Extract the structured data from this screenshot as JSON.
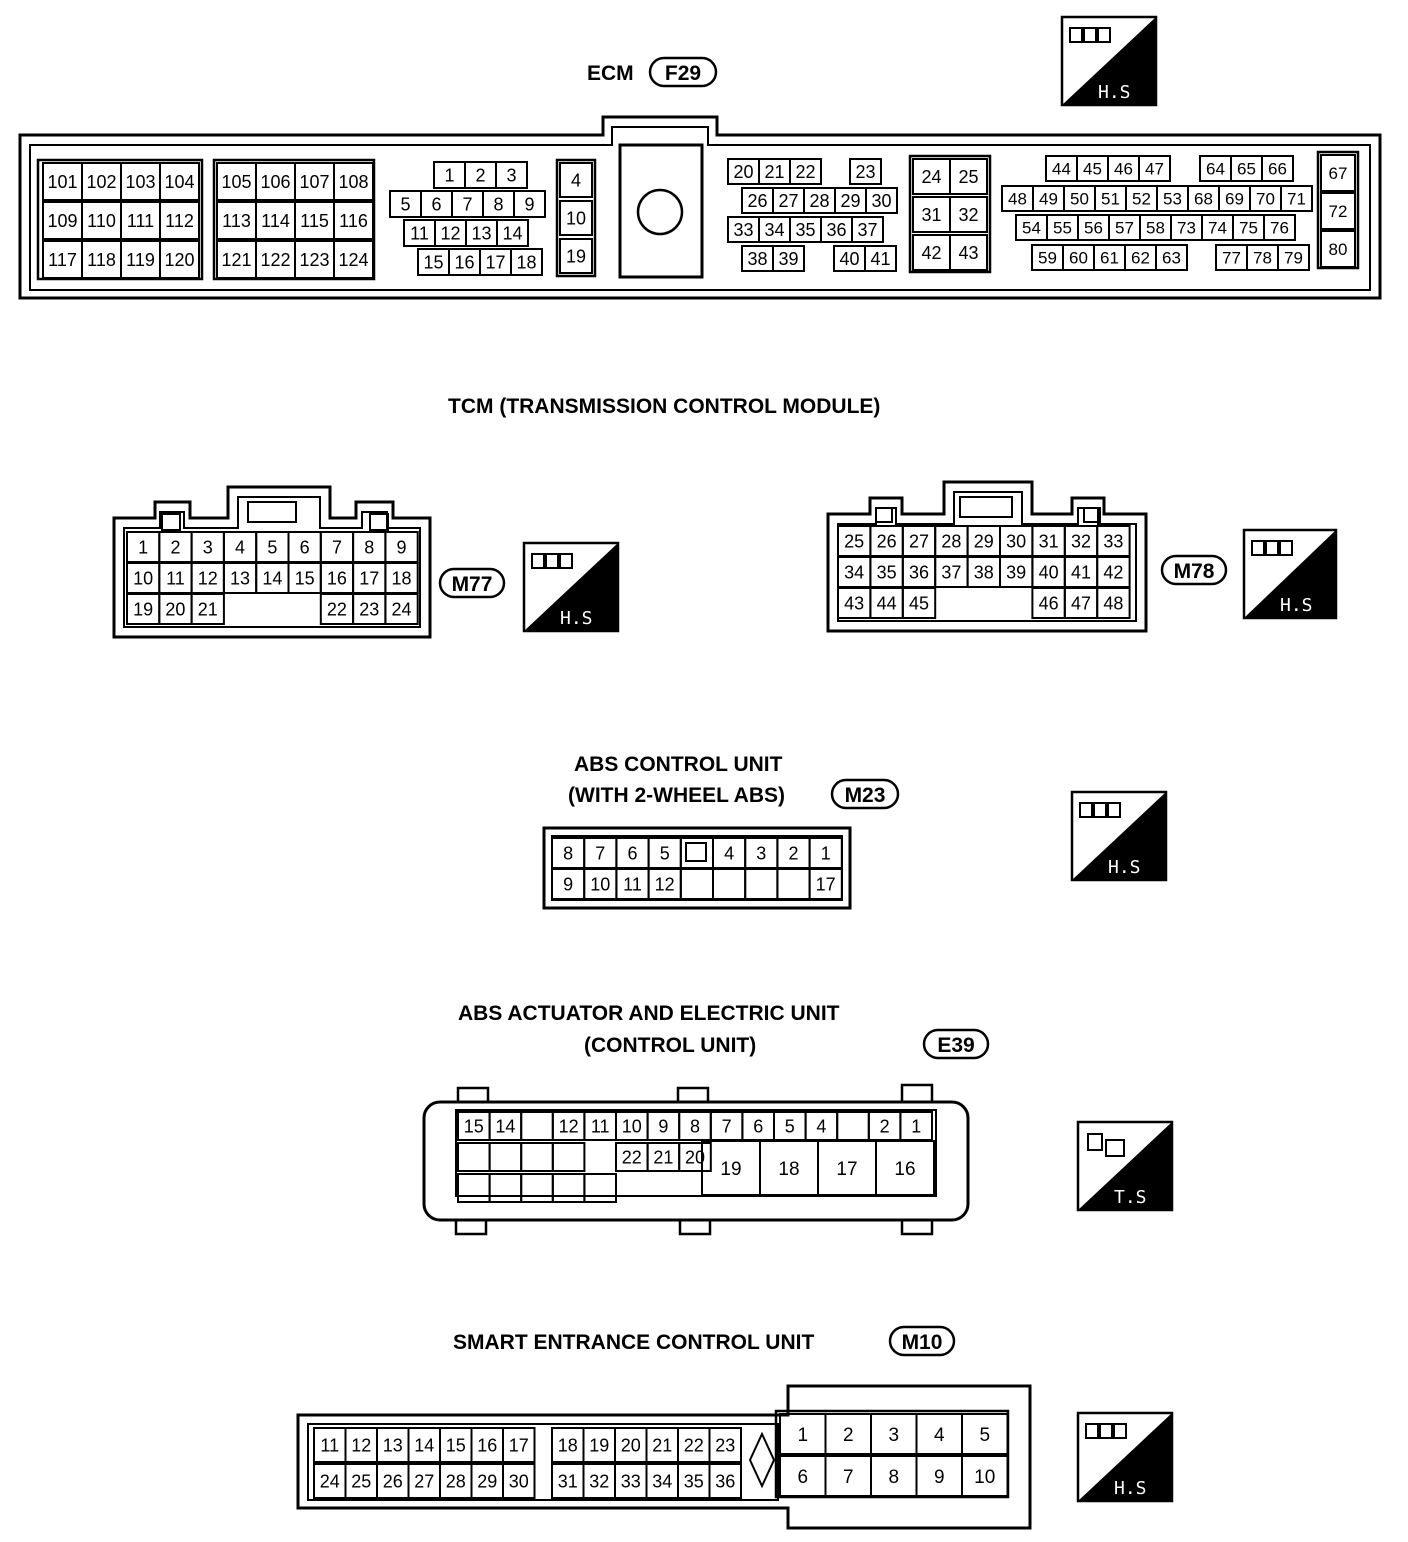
{
  "colors": {
    "ink": "#000000",
    "paper": "#ffffff"
  },
  "icons": {
    "harness_side": "connector-harness-side-icon",
    "terminal_side": "connector-terminal-side-icon"
  },
  "ecm": {
    "title": "ECM",
    "code": "F29",
    "view": "H.S"
  },
  "tcm": {
    "title": "TCM (TRANSMISSION CONTROL MODULE)",
    "left_code": "M77",
    "right_code": "M78",
    "view": "H.S"
  },
  "abs_unit": {
    "title_line1": "ABS CONTROL UNIT",
    "title_line2": "(WITH 2-WHEEL ABS)",
    "code": "M23",
    "view": "H.S"
  },
  "abs_actuator": {
    "title_line1": "ABS ACTUATOR AND ELECTRIC UNIT",
    "title_line2": "(CONTROL UNIT)",
    "code": "E39",
    "view": "T.S"
  },
  "smart": {
    "title": "SMART ENTRANCE CONTROL UNIT",
    "code": "M10",
    "view": "H.S"
  },
  "pins": {
    "ecm_g1": [
      [
        "101",
        "102",
        "103",
        "104"
      ],
      [
        "109",
        "110",
        "111",
        "112"
      ],
      [
        "117",
        "118",
        "119",
        "120"
      ]
    ],
    "ecm_g2": [
      [
        "105",
        "106",
        "107",
        "108"
      ],
      [
        "113",
        "114",
        "115",
        "116"
      ],
      [
        "121",
        "122",
        "123",
        "124"
      ]
    ],
    "ecm_g3": [
      [
        "1",
        "2",
        "3"
      ],
      [
        "5",
        "6",
        "7",
        "8",
        "9"
      ],
      [
        "11",
        "12",
        "13",
        "14"
      ],
      [
        "15",
        "16",
        "17",
        "18"
      ]
    ],
    "ecm_g4": [
      "4",
      "10",
      "19"
    ],
    "ecm_g5": [
      [
        "20",
        "21",
        "22",
        "23"
      ],
      [
        "26",
        "27",
        "28",
        "29",
        "30"
      ],
      [
        "33",
        "34",
        "35",
        "36",
        "37"
      ],
      [
        "38",
        "39",
        "40",
        "41"
      ]
    ],
    "ecm_g6": [
      [
        "24",
        "25"
      ],
      [
        "31",
        "32"
      ],
      [
        "42",
        "43"
      ]
    ],
    "ecm_g7": [
      [
        "44",
        "45",
        "46",
        "47",
        "64",
        "65",
        "66"
      ],
      [
        "48",
        "49",
        "50",
        "51",
        "52",
        "53",
        "68",
        "69",
        "70",
        "71"
      ],
      [
        "54",
        "55",
        "56",
        "57",
        "58",
        "73",
        "74",
        "75",
        "76"
      ],
      [
        "59",
        "60",
        "61",
        "62",
        "63",
        "77",
        "78",
        "79"
      ]
    ],
    "ecm_g8": [
      "67",
      "72",
      "80"
    ],
    "tcm_left": [
      [
        "1",
        "2",
        "3",
        "4",
        "5",
        "6",
        "7",
        "8",
        "9"
      ],
      [
        "10",
        "11",
        "12",
        "13",
        "14",
        "15",
        "16",
        "17",
        "18"
      ],
      [
        "19",
        "20",
        "21",
        "22",
        "23",
        "24"
      ]
    ],
    "tcm_right": [
      [
        "25",
        "26",
        "27",
        "28",
        "29",
        "30",
        "31",
        "32",
        "33"
      ],
      [
        "34",
        "35",
        "36",
        "37",
        "38",
        "39",
        "40",
        "41",
        "42"
      ],
      [
        "43",
        "44",
        "45",
        "46",
        "47",
        "48"
      ]
    ],
    "abs_unit": [
      [
        "8",
        "7",
        "6",
        "5",
        "4",
        "3",
        "2",
        "1"
      ],
      [
        "9",
        "10",
        "11",
        "12",
        "17"
      ]
    ],
    "abs_act_top": [
      "15",
      "14",
      "12",
      "11",
      "10",
      "9",
      "8",
      "7",
      "6",
      "5",
      "4",
      "2",
      "1"
    ],
    "abs_act_mid": [
      "22",
      "21",
      "20"
    ],
    "abs_act_big": [
      "19",
      "18",
      "17",
      "16"
    ],
    "smart_left": [
      [
        "11",
        "12",
        "13",
        "14",
        "15",
        "16",
        "17"
      ],
      [
        "24",
        "25",
        "26",
        "27",
        "28",
        "29",
        "30"
      ]
    ],
    "smart_mid": [
      [
        "18",
        "19",
        "20",
        "21",
        "22",
        "23"
      ],
      [
        "31",
        "32",
        "33",
        "34",
        "35",
        "36"
      ]
    ],
    "smart_right": [
      [
        "1",
        "2",
        "3",
        "4",
        "5"
      ],
      [
        "6",
        "7",
        "8",
        "9",
        "10"
      ]
    ]
  }
}
